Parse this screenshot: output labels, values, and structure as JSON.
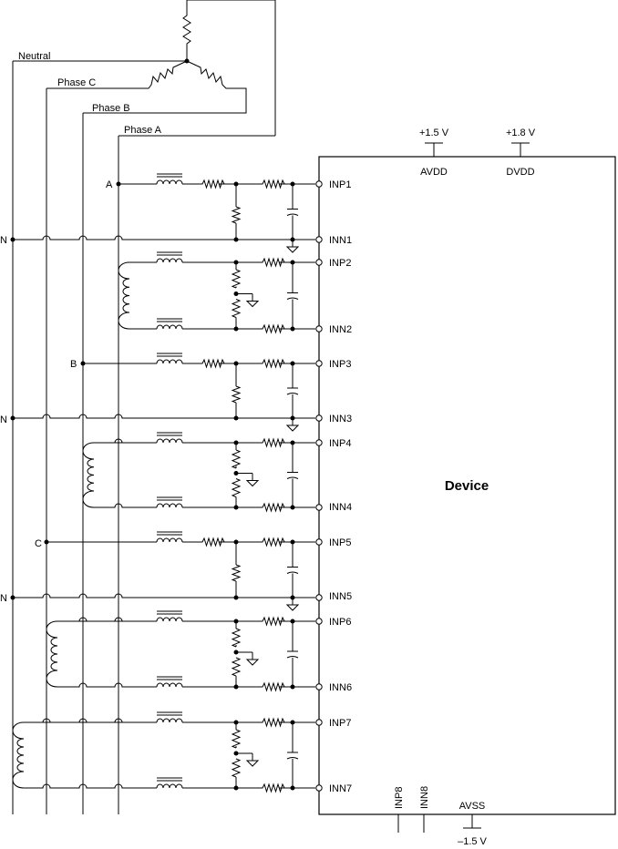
{
  "sources": {
    "neutral": "Neutral",
    "phase_c": "Phase C",
    "phase_b": "Phase B",
    "phase_a": "Phase A"
  },
  "supplies": {
    "avdd_value": "+1.5 V",
    "avdd_name": "AVDD",
    "dvdd_value": "+1.8 V",
    "dvdd_name": "DVDD",
    "avss_name": "AVSS",
    "avss_value": "–1.5 V"
  },
  "device": {
    "label": "Device"
  },
  "node_labels": {
    "a": "A",
    "b": "B",
    "c": "C",
    "n1": "N",
    "n2": "N",
    "n3": "N"
  },
  "pins": {
    "inp1": "INP1",
    "inn1": "INN1",
    "inp2": "INP2",
    "inn2": "INN2",
    "inp3": "INP3",
    "inn3": "INN3",
    "inp4": "INP4",
    "inn4": "INN4",
    "inp5": "INP5",
    "inn5": "INN5",
    "inp6": "INP6",
    "inn6": "INN6",
    "inp7": "INP7",
    "inn7": "INN7",
    "inp8": "INP8",
    "inn8": "INN8"
  }
}
